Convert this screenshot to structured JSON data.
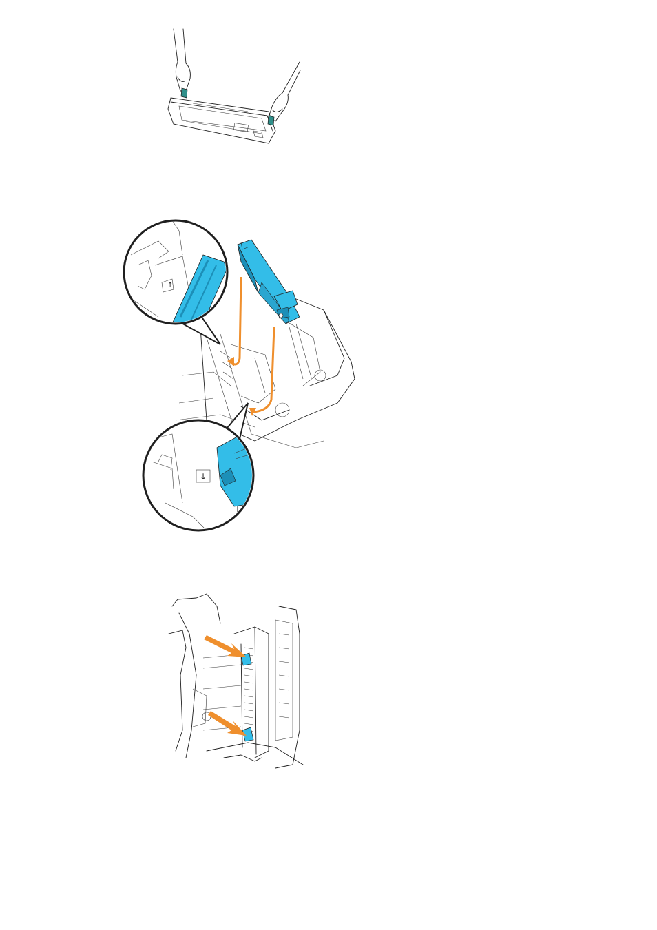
{
  "figures": [
    {
      "name": "lift-unit-illustration"
    },
    {
      "name": "insert-cartridge-illustration",
      "zoom_marks": [
        "↑",
        "↓"
      ]
    },
    {
      "name": "lock-levers-illustration"
    }
  ],
  "colors": {
    "cartridge": "#33bde8",
    "cartridge_dark": "#1c8fb8",
    "arrow": "#ef8f2d",
    "line": "#1f1f1f"
  }
}
